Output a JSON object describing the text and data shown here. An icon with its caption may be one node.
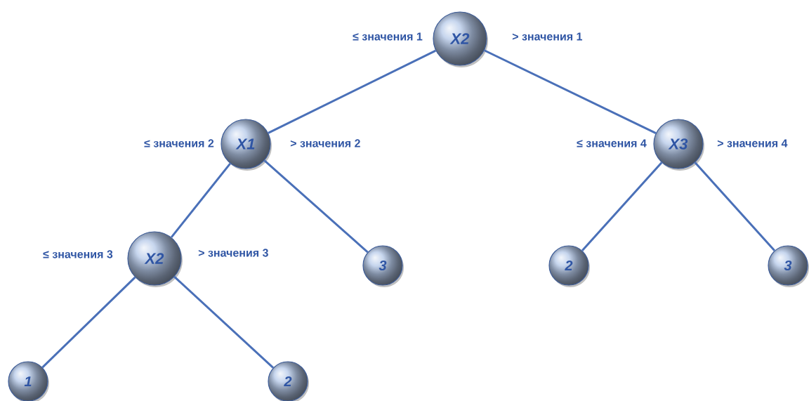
{
  "diagram": {
    "nodes": [
      {
        "text": [
          "X2"
        ]
      },
      {
        "text": [
          "X1"
        ]
      },
      {
        "text": [
          "X3"
        ]
      },
      {
        "text": [
          "X2"
        ]
      },
      {
        "text": [
          "3"
        ]
      },
      {
        "text": [
          "2"
        ]
      },
      {
        "text": [
          "3"
        ]
      },
      {
        "text": [
          "1"
        ]
      },
      {
        "text": [
          "2"
        ]
      }
    ],
    "edges": [
      {
        "from": 0,
        "to": 1,
        "arrow": "none",
        "label": "≤ значения 1"
      },
      {
        "from": 0,
        "to": 2,
        "arrow": "none",
        "label": "> значения 1"
      },
      {
        "from": 1,
        "to": 3,
        "arrow": "none",
        "label": "≤ значения 2"
      },
      {
        "from": 1,
        "to": 4,
        "arrow": "none",
        "label": "> значения 2"
      },
      {
        "from": 2,
        "to": 5,
        "arrow": "none",
        "label": "≤ значения 4"
      },
      {
        "from": 2,
        "to": 6,
        "arrow": "none",
        "label": "> значения 4"
      },
      {
        "from": 3,
        "to": 7,
        "arrow": "none",
        "label": "≤ значения 3"
      },
      {
        "from": 3,
        "to": 8,
        "arrow": "none",
        "label": "> значения 3"
      }
    ]
  }
}
